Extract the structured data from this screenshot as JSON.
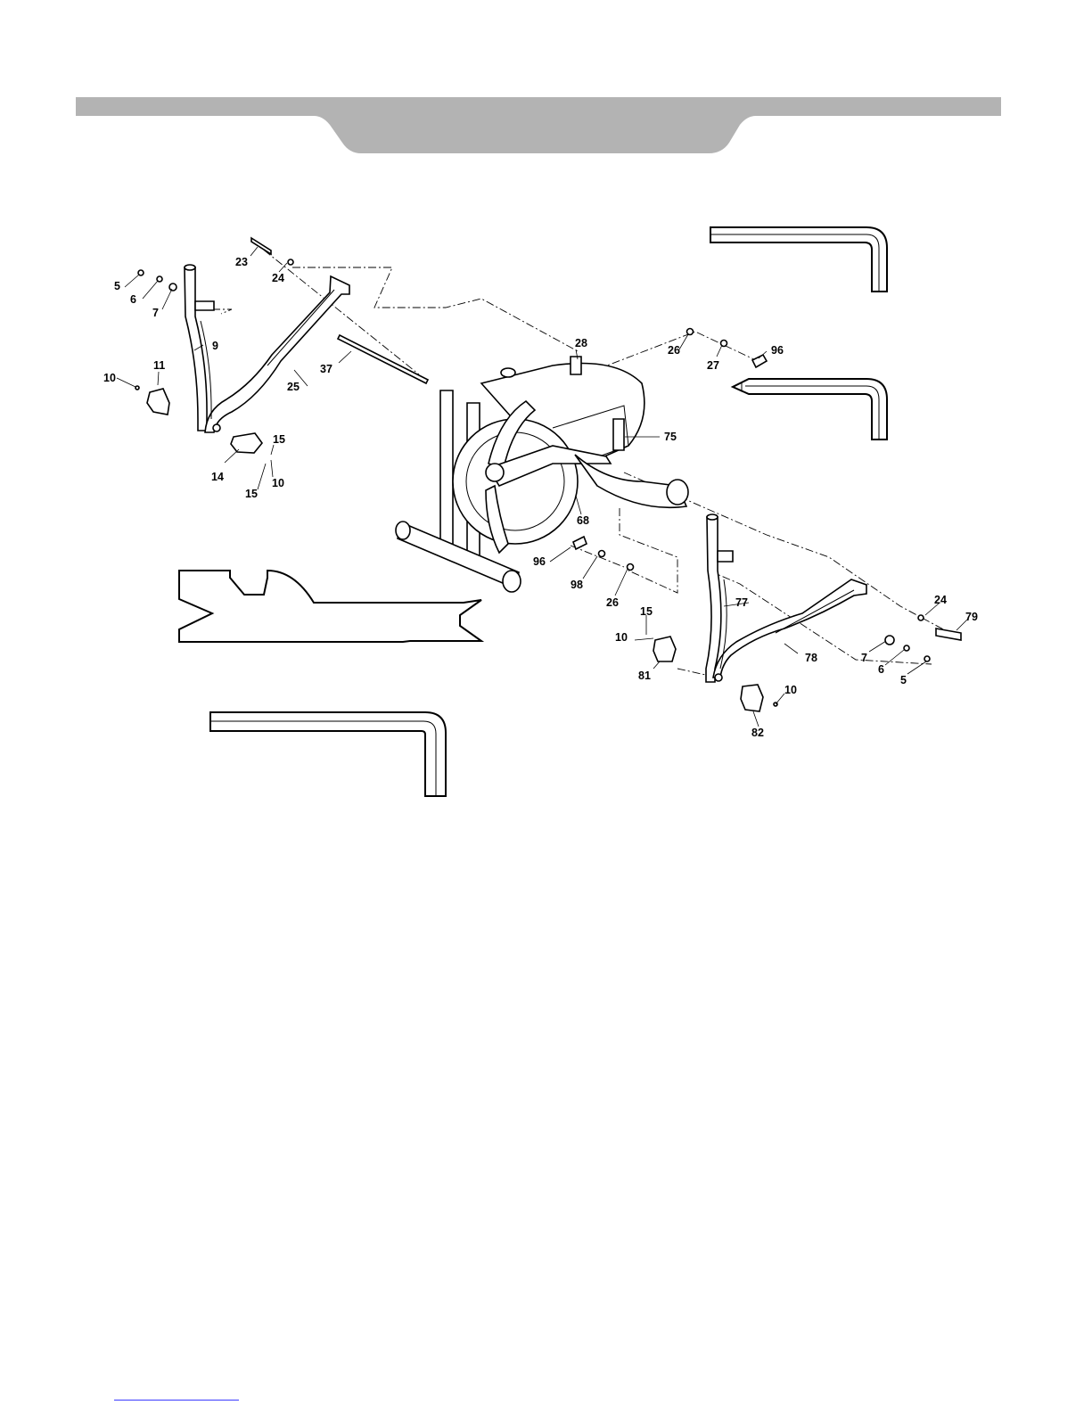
{
  "diagram": {
    "labels": {
      "l5a": "5",
      "l6a": "6",
      "l7a": "7",
      "l9": "9",
      "l10a": "10",
      "l11": "11",
      "l14": "14",
      "l15a": "15",
      "l15b": "15",
      "l10b": "10",
      "l23": "23",
      "l24a": "24",
      "l25": "25",
      "l37": "37",
      "l28": "28",
      "l26a": "26",
      "l27": "27",
      "l96a": "96",
      "l75": "75",
      "l68": "68",
      "l96b": "96",
      "l98": "98",
      "l26b": "26",
      "l15c": "15",
      "l10c": "10",
      "l81": "81",
      "l77": "77",
      "l78": "78",
      "l24b": "24",
      "l79": "79",
      "l7b": "7",
      "l6b": "6",
      "l5b": "5",
      "l10d": "10",
      "l82": "82"
    }
  }
}
